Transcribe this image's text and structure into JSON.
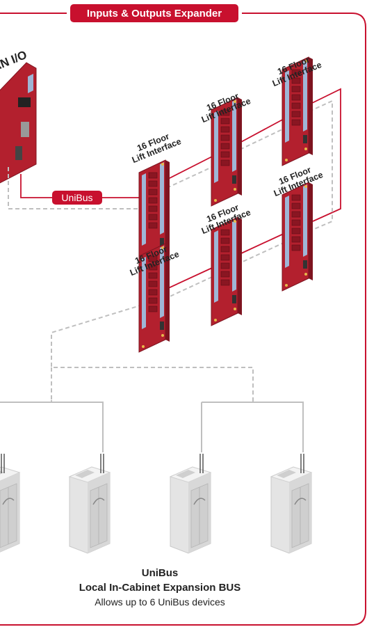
{
  "frame": {
    "title": "Inputs & Outputs Expander"
  },
  "can_io": {
    "label": "AN I/O"
  },
  "bus": {
    "label": "UniBus"
  },
  "boards": [
    {
      "line1": "16 Floor",
      "line2": "Lift Interface"
    },
    {
      "line1": "16 Floor",
      "line2": "Lift Interface"
    },
    {
      "line1": "16 Floor",
      "line2": "Lift Interface"
    },
    {
      "line1": "16 Floor",
      "line2": "Lift Interface"
    },
    {
      "line1": "16 Floor",
      "line2": "Lift Interface"
    },
    {
      "line1": "16 Floor",
      "line2": "Lift Interface"
    }
  ],
  "caption": {
    "title": "UniBus",
    "subtitle": "Local In-Cabinet Expansion BUS",
    "note": "Allows up to 6 UniBus devices"
  },
  "colors": {
    "accent": "#c8102e",
    "board": "#b3202e",
    "board_dark": "#7e1420",
    "dashed": "#bfbfbf",
    "cabinet": "#e4e4e4"
  }
}
